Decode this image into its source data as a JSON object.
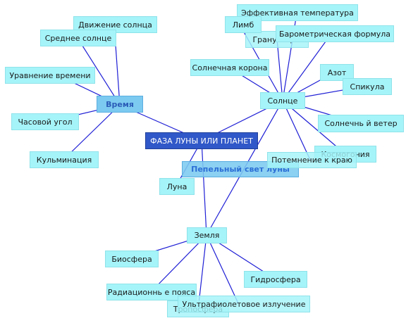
{
  "diagram": {
    "center": "ФАЗА ЛУНЫ ИЛИ ПЛАНЕТ",
    "vremya": {
      "label": "Время",
      "children": [
        "Движение солнца",
        "Среднее солнце",
        "Уравнение времени",
        "Часовой угол",
        "Кульминация"
      ]
    },
    "solnce": {
      "label": "Солнце",
      "children": [
        "Эффективная температура",
        "Лимб",
        "Грануляция",
        "Барометрическая формула",
        "Солнечная корона",
        "Азот",
        "Спикула",
        "Солнечнь й ветер",
        "Космогония",
        "Потемнение к краю"
      ]
    },
    "zemlya": {
      "label": "Земля",
      "children": [
        "Биосфера",
        "Радиационнь е пояса",
        "Ультрафиолетовое излучение",
        "Тропосфера",
        "Гидросфера"
      ]
    },
    "pepelny": "Пепельный свет луны",
    "luna": "Луна"
  }
}
